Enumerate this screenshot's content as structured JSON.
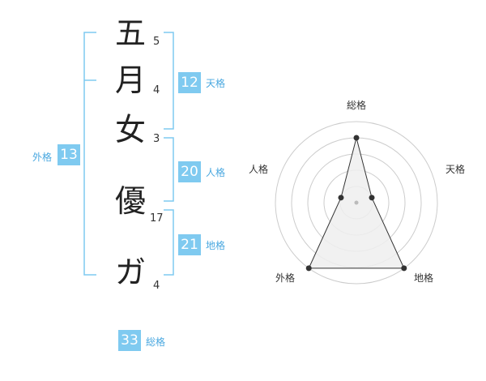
{
  "name": {
    "chars": [
      {
        "char": "五",
        "strokes": "5"
      },
      {
        "char": "月",
        "strokes": "4"
      },
      {
        "char": "女",
        "strokes": "3"
      },
      {
        "char": "優",
        "strokes": "17"
      },
      {
        "char": "ガ",
        "strokes": "4"
      }
    ]
  },
  "fortune": {
    "tenkaku": {
      "value": "12",
      "label": "天格"
    },
    "jinkaku": {
      "value": "20",
      "label": "人格"
    },
    "chikaku": {
      "value": "21",
      "label": "地格"
    },
    "gaikaku": {
      "value": "13",
      "label": "外格"
    },
    "soukaku": {
      "value": "33",
      "label": "総格"
    }
  },
  "radar": {
    "axes": [
      "総格",
      "天格",
      "地格",
      "外格",
      "人格"
    ],
    "levels": 5,
    "values": [
      4,
      1,
      5,
      5,
      1
    ],
    "colors": {
      "grid": "#cccccc",
      "fill": "#eeeeee",
      "line": "#333333",
      "point": "#333333"
    }
  },
  "colors": {
    "badge": "#7fcaf0",
    "bracket": "#7fcaf0",
    "label": "#4aa8e0"
  }
}
